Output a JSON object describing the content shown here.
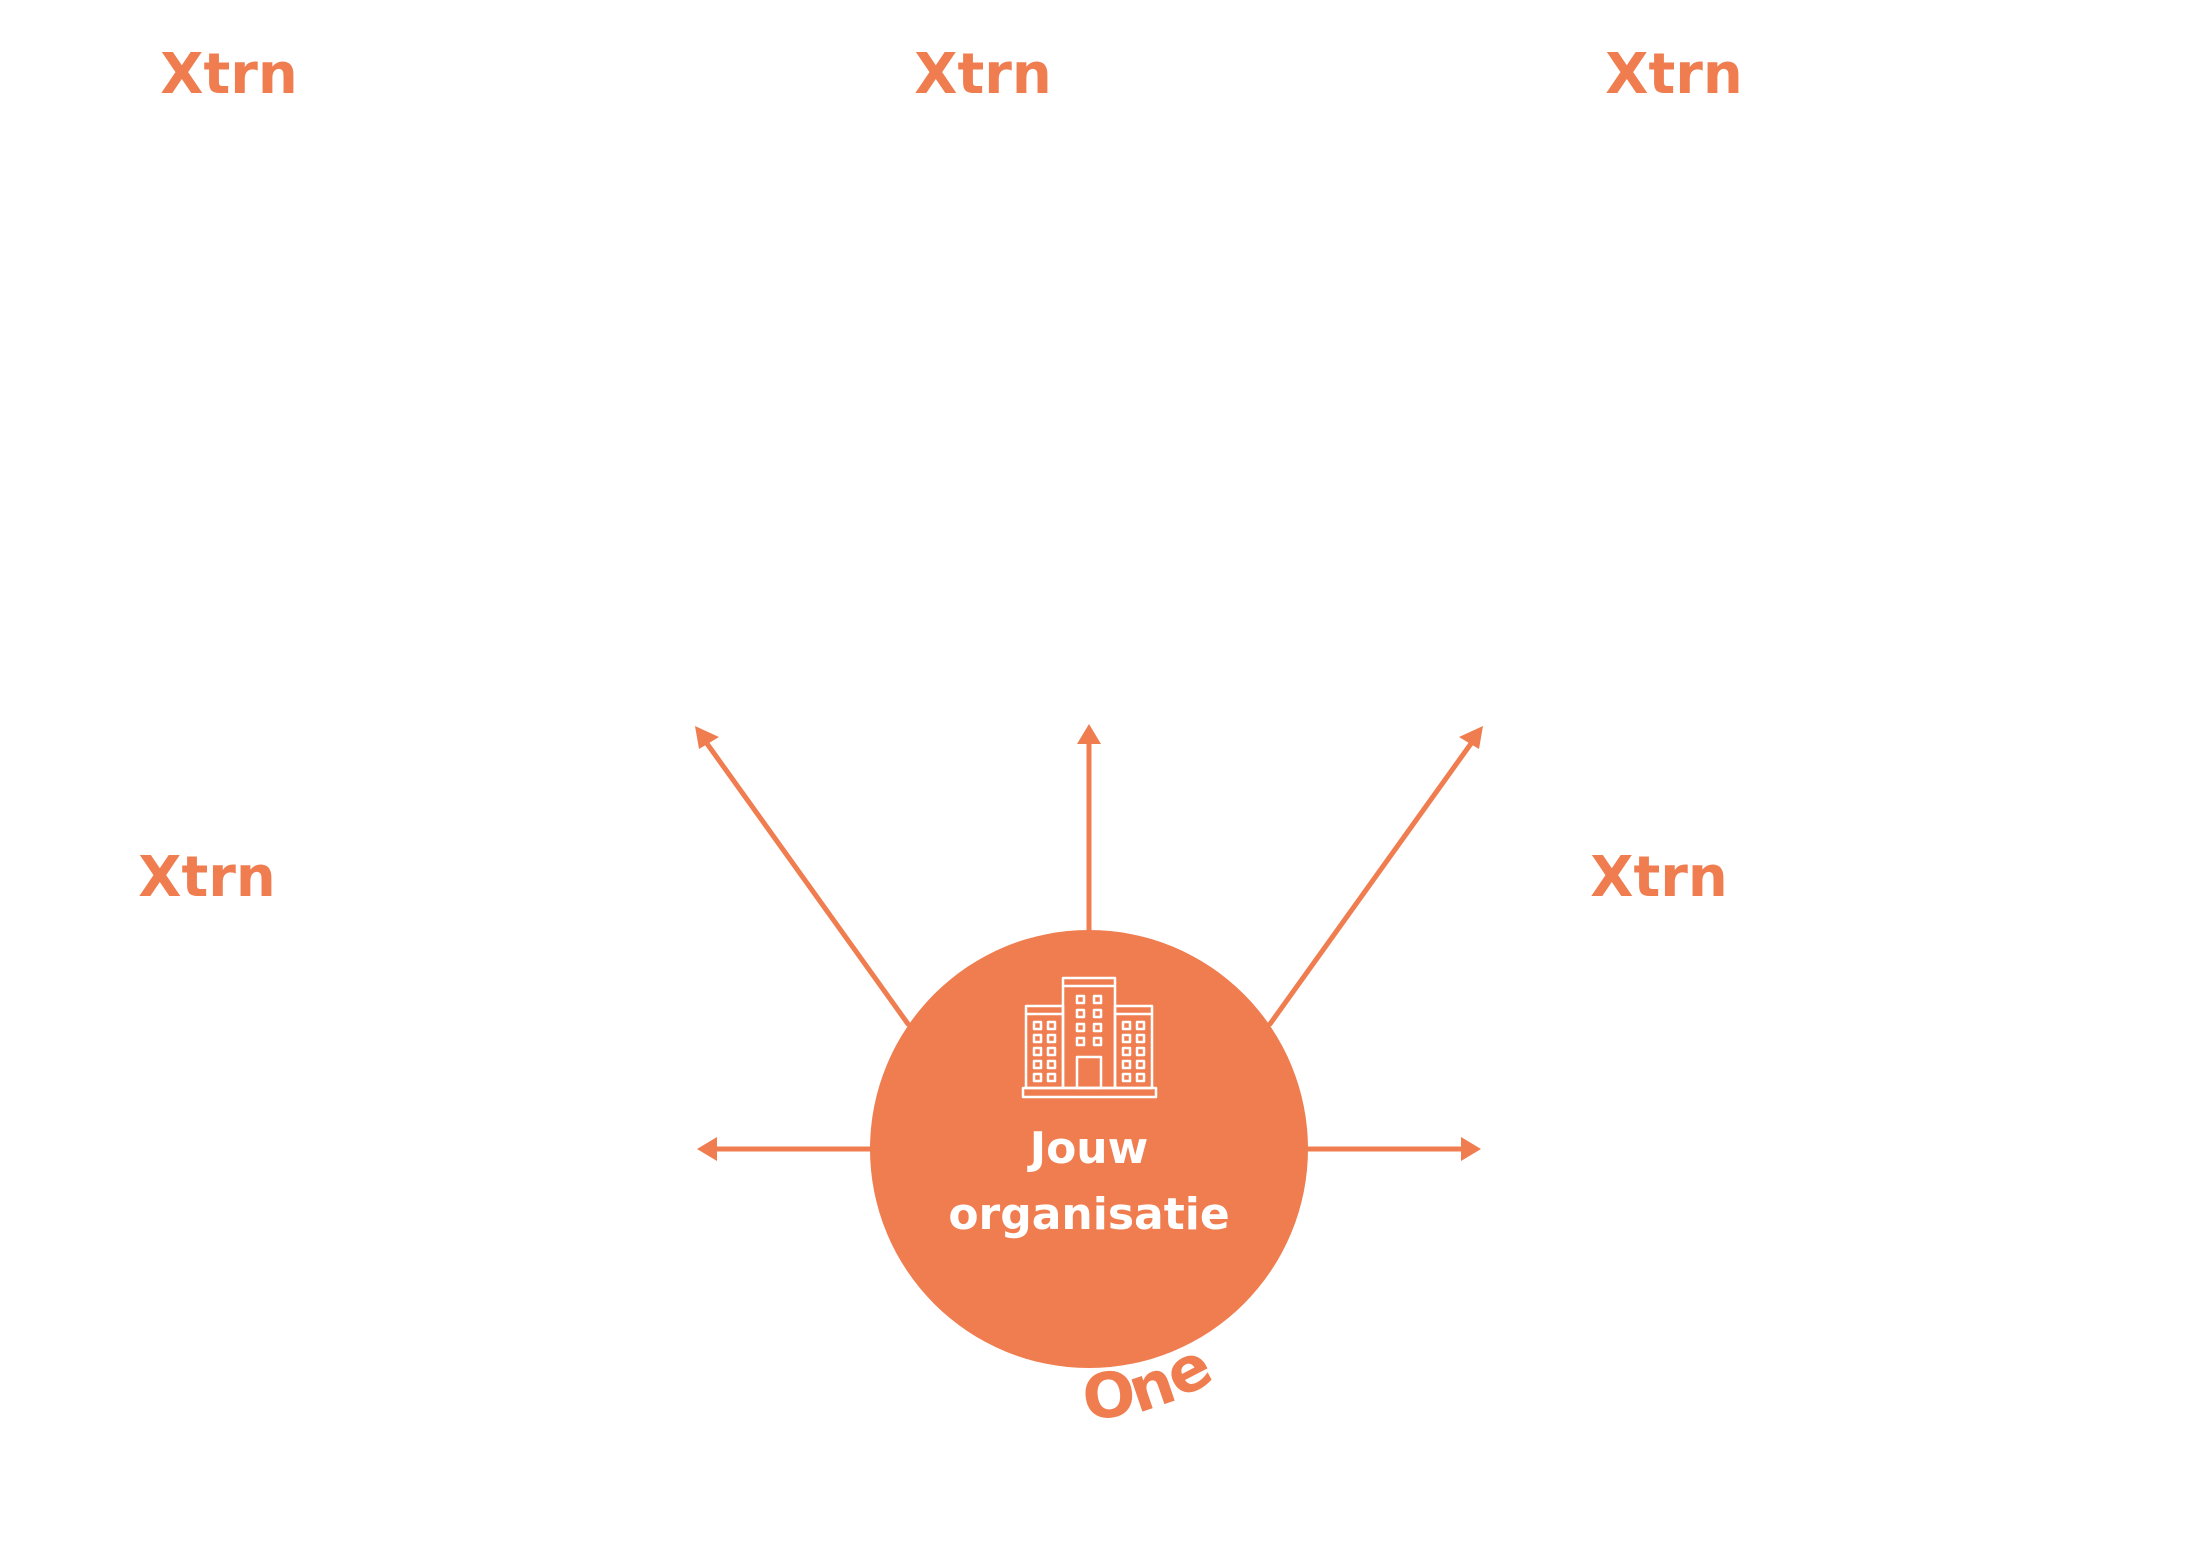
{
  "colors": {
    "accent": "#EF7D50",
    "background": "#FFFFFF",
    "on_accent": "#FFFFFF"
  },
  "external_nodes": [
    {
      "label": "Xtrn"
    },
    {
      "label": "Xtrn"
    },
    {
      "label": "Xtrn"
    },
    {
      "label": "Xtrn"
    },
    {
      "label": "Xtrn"
    }
  ],
  "center_node": {
    "icon": "office-building-icon",
    "line1": "Jouw",
    "line2": "organisatie"
  },
  "curved_label": "One"
}
